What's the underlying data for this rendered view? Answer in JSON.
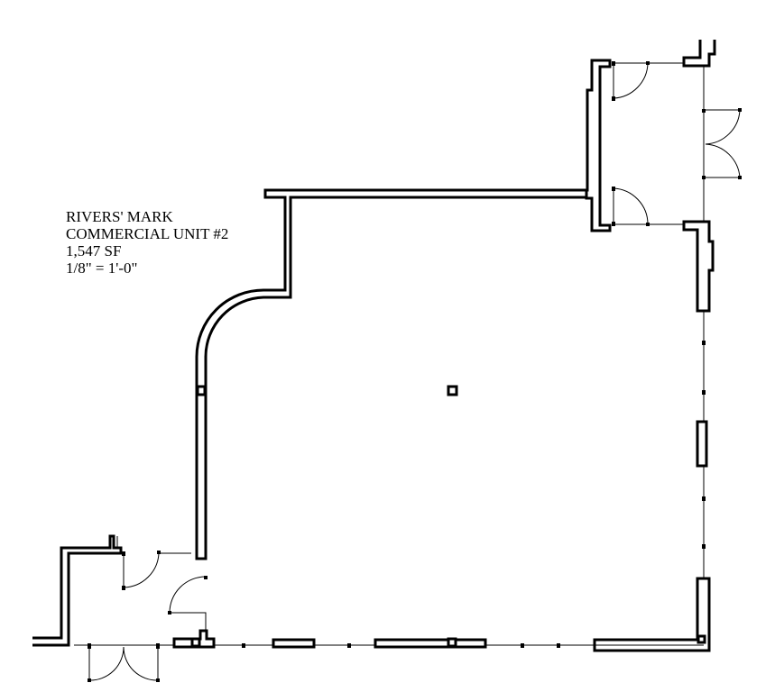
{
  "plan": {
    "project": "RIVERS' MARK",
    "unit": "COMMERCIAL UNIT #2",
    "area": "1,547 SF",
    "scale": "1/8\" = 1'-0\""
  },
  "colors": {
    "line": "#000000",
    "background": "#ffffff"
  }
}
